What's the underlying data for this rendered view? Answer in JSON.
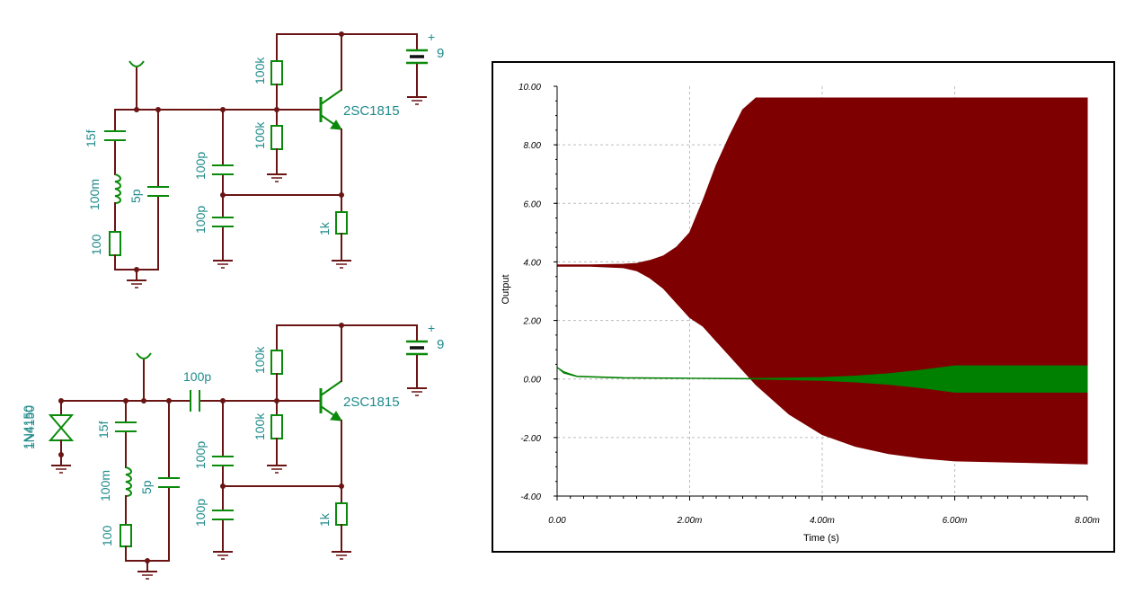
{
  "circuit1": {
    "battery_label": "9",
    "battery_plus": "+",
    "transistor_label": "2SC1815",
    "r_bias_top": "100k",
    "r_bias_bottom": "100k",
    "r_emitter": "1k",
    "c_div_top": "100p",
    "c_div_bottom": "100p",
    "crystal_c_series": "15f",
    "crystal_l": "100m",
    "crystal_r": "100",
    "crystal_c_parallel": "5p"
  },
  "circuit2": {
    "battery_label": "9",
    "battery_plus": "+",
    "transistor_label": "2SC1815",
    "r_bias_top": "100k",
    "r_bias_bottom": "100k",
    "r_emitter": "1k",
    "c_div_top": "100p",
    "c_div_bottom": "100p",
    "c_coupling": "100p",
    "diode_label": "1N4150",
    "crystal_c_series": "15f",
    "crystal_l": "100m",
    "crystal_r": "100",
    "crystal_c_parallel": "5p"
  },
  "chart_data": {
    "type": "area",
    "xlabel": "Time (s)",
    "ylabel": "Output",
    "xlim": [
      0,
      0.008
    ],
    "ylim": [
      -4,
      10
    ],
    "x_ticks": [
      "0.00",
      "2.00m",
      "4.00m",
      "6.00m",
      "8.00m"
    ],
    "y_ticks": [
      "10.00",
      "8.00",
      "6.00",
      "4.00",
      "2.00",
      "0.00",
      "-2.00",
      "-4.00"
    ],
    "grid": true,
    "series": [
      {
        "color": "#7f0000",
        "x": [
          0,
          0.0005,
          0.001,
          0.0012,
          0.0014,
          0.0016,
          0.0018,
          0.002,
          0.0022,
          0.0024,
          0.0026,
          0.0028,
          0.003,
          0.0035,
          0.004,
          0.0045,
          0.005,
          0.0055,
          0.006,
          0.007,
          0.008
        ],
        "upper": [
          3.9,
          3.9,
          3.92,
          3.95,
          4.05,
          4.2,
          4.5,
          5.0,
          6.1,
          7.3,
          8.3,
          9.2,
          9.6,
          9.6,
          9.6,
          9.6,
          9.6,
          9.6,
          9.6,
          9.6,
          9.6
        ],
        "lower": [
          3.85,
          3.85,
          3.8,
          3.7,
          3.45,
          3.1,
          2.6,
          2.1,
          1.8,
          1.3,
          0.8,
          0.3,
          -0.2,
          -1.2,
          -1.9,
          -2.3,
          -2.55,
          -2.7,
          -2.8,
          -2.85,
          -2.9
        ]
      },
      {
        "color": "#008000",
        "x": [
          0,
          0.0001,
          0.0003,
          0.001,
          0.002,
          0.003,
          0.004,
          0.0045,
          0.005,
          0.0055,
          0.006,
          0.007,
          0.008
        ],
        "upper": [
          0.4,
          0.25,
          0.1,
          0.05,
          0.03,
          0.02,
          0.05,
          0.1,
          0.18,
          0.3,
          0.45,
          0.45,
          0.45
        ],
        "lower": [
          0.4,
          0.2,
          0.08,
          0.03,
          0.02,
          0.0,
          -0.05,
          -0.1,
          -0.18,
          -0.3,
          -0.45,
          -0.45,
          -0.45
        ]
      }
    ]
  }
}
